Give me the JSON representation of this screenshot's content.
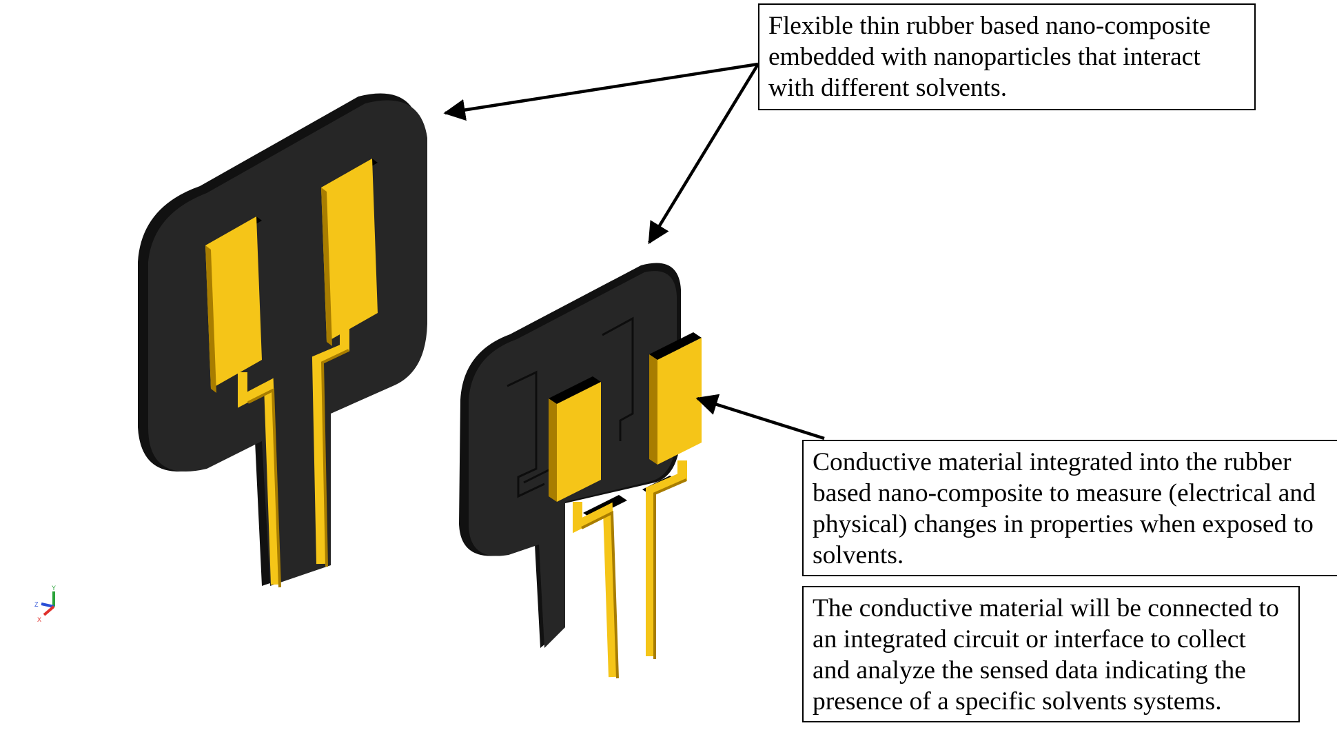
{
  "callouts": {
    "top": {
      "lines": [
        "Flexible thin rubber based nano-composite",
        "embedded with nanoparticles that interact",
        "with different solvents."
      ]
    },
    "middle": {
      "lines": [
        "Conductive material integrated into the rubber",
        "based nano-composite to measure (electrical and",
        "physical) changes in properties when exposed to",
        "solvents."
      ]
    },
    "bottom": {
      "lines": [
        "The conductive material will be connected to",
        "an integrated circuit or interface to collect",
        "and analyze the sensed data indicating the",
        "presence of a specific solvents systems."
      ]
    }
  },
  "axis_triad": {
    "labels": [
      "Y",
      "Z",
      "X"
    ]
  },
  "colors": {
    "substrate": "#262626",
    "substrate_side": "#111111",
    "conductor": "#f5c518",
    "conductor_side": "#a87d00",
    "arrow": "#000000",
    "axis_x": "#e0302b",
    "axis_y": "#2aa33a",
    "axis_z": "#2a4fd6"
  }
}
